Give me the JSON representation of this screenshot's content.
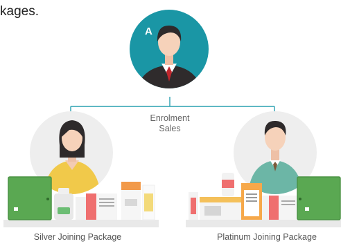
{
  "intro_text": "kages.",
  "top_person": {
    "badge": "A"
  },
  "connector_label": {
    "line1": "Enrolment",
    "line2": "Sales"
  },
  "packages": [
    {
      "label": "Silver Joining Package"
    },
    {
      "label": "Platinum Joining Package"
    }
  ],
  "colors": {
    "teal": "#1a96a5",
    "line": "#2aa0b0",
    "grey_circle": "#eeeeee",
    "green_box": "#5aa852",
    "yellow_shirt": "#f1c94a",
    "teal_shirt": "#6cb6a6",
    "skin": "#f6d2ba",
    "hair": "#2e2a2b"
  }
}
